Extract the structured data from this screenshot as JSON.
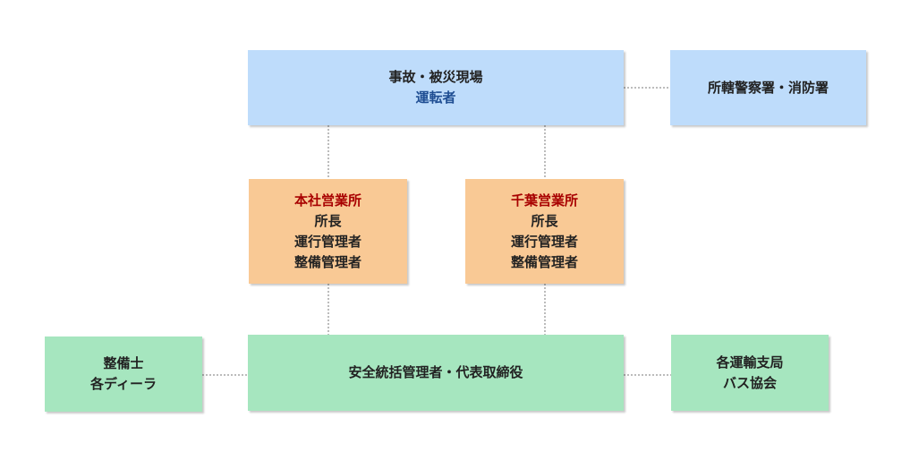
{
  "nodes": {
    "scene": {
      "lines": [
        "事故・被災現場",
        "運転者"
      ],
      "color": "#bedcfb"
    },
    "police_fire": {
      "lines": [
        "所轄警察署・消防署"
      ],
      "color": "#bedcfb"
    },
    "head_office": {
      "lines": [
        "本社営業所",
        "所長",
        "運行管理者",
        "整備管理者"
      ],
      "color": "#f9c995"
    },
    "chiba_office": {
      "lines": [
        "千葉営業所",
        "所長",
        "運行管理者",
        "整備管理者"
      ],
      "color": "#f9c995"
    },
    "safety_manager": {
      "lines": [
        "安全統括管理者・代表取締役"
      ],
      "color": "#a6e6bf"
    },
    "mechanics": {
      "lines": [
        "整備士",
        "各ディーラ"
      ],
      "color": "#a6e6bf"
    },
    "transport_bureau": {
      "lines": [
        "各運輸支局",
        "バス協会"
      ],
      "color": "#a6e6bf"
    }
  },
  "accent_colors": {
    "driver_text": "#1f4e93",
    "office_name_text": "#a80000"
  },
  "connector_style": "dotted"
}
